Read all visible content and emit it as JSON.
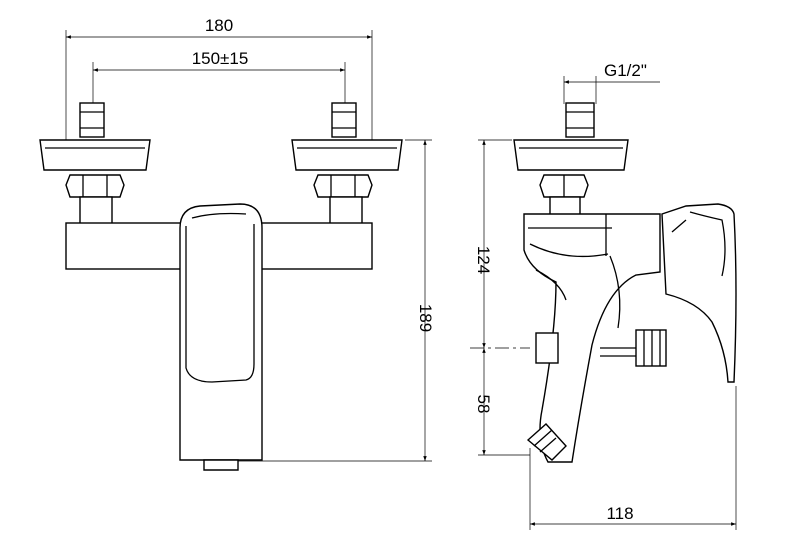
{
  "diagram": {
    "front_view": {
      "overall_width": "180",
      "center_distance": "150±15",
      "overall_height": "189"
    },
    "side_view": {
      "thread_size": "G1/2\"",
      "inlet_to_outlet_height": "124",
      "outlet_height": "58",
      "projection_depth": "118"
    }
  }
}
